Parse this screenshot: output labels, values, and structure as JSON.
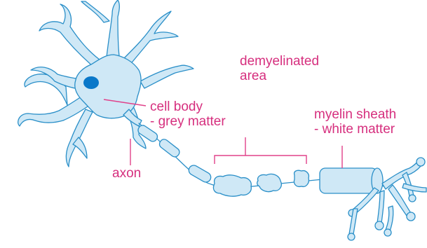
{
  "colors": {
    "cell_fill": "#cfe8f6",
    "cell_stroke": "#2a8fc8",
    "nucleus": "#0a78c9",
    "label_text": "#d62f7e",
    "leader_line": "#e0428a"
  },
  "labels": {
    "cell_body": {
      "line1": "cell body",
      "line2": "- grey matter"
    },
    "axon": "axon",
    "demyelinated": {
      "line1": "demyelinated",
      "line2": "area"
    },
    "myelin": {
      "line1": "myelin sheath",
      "line2": "- white matter"
    }
  }
}
